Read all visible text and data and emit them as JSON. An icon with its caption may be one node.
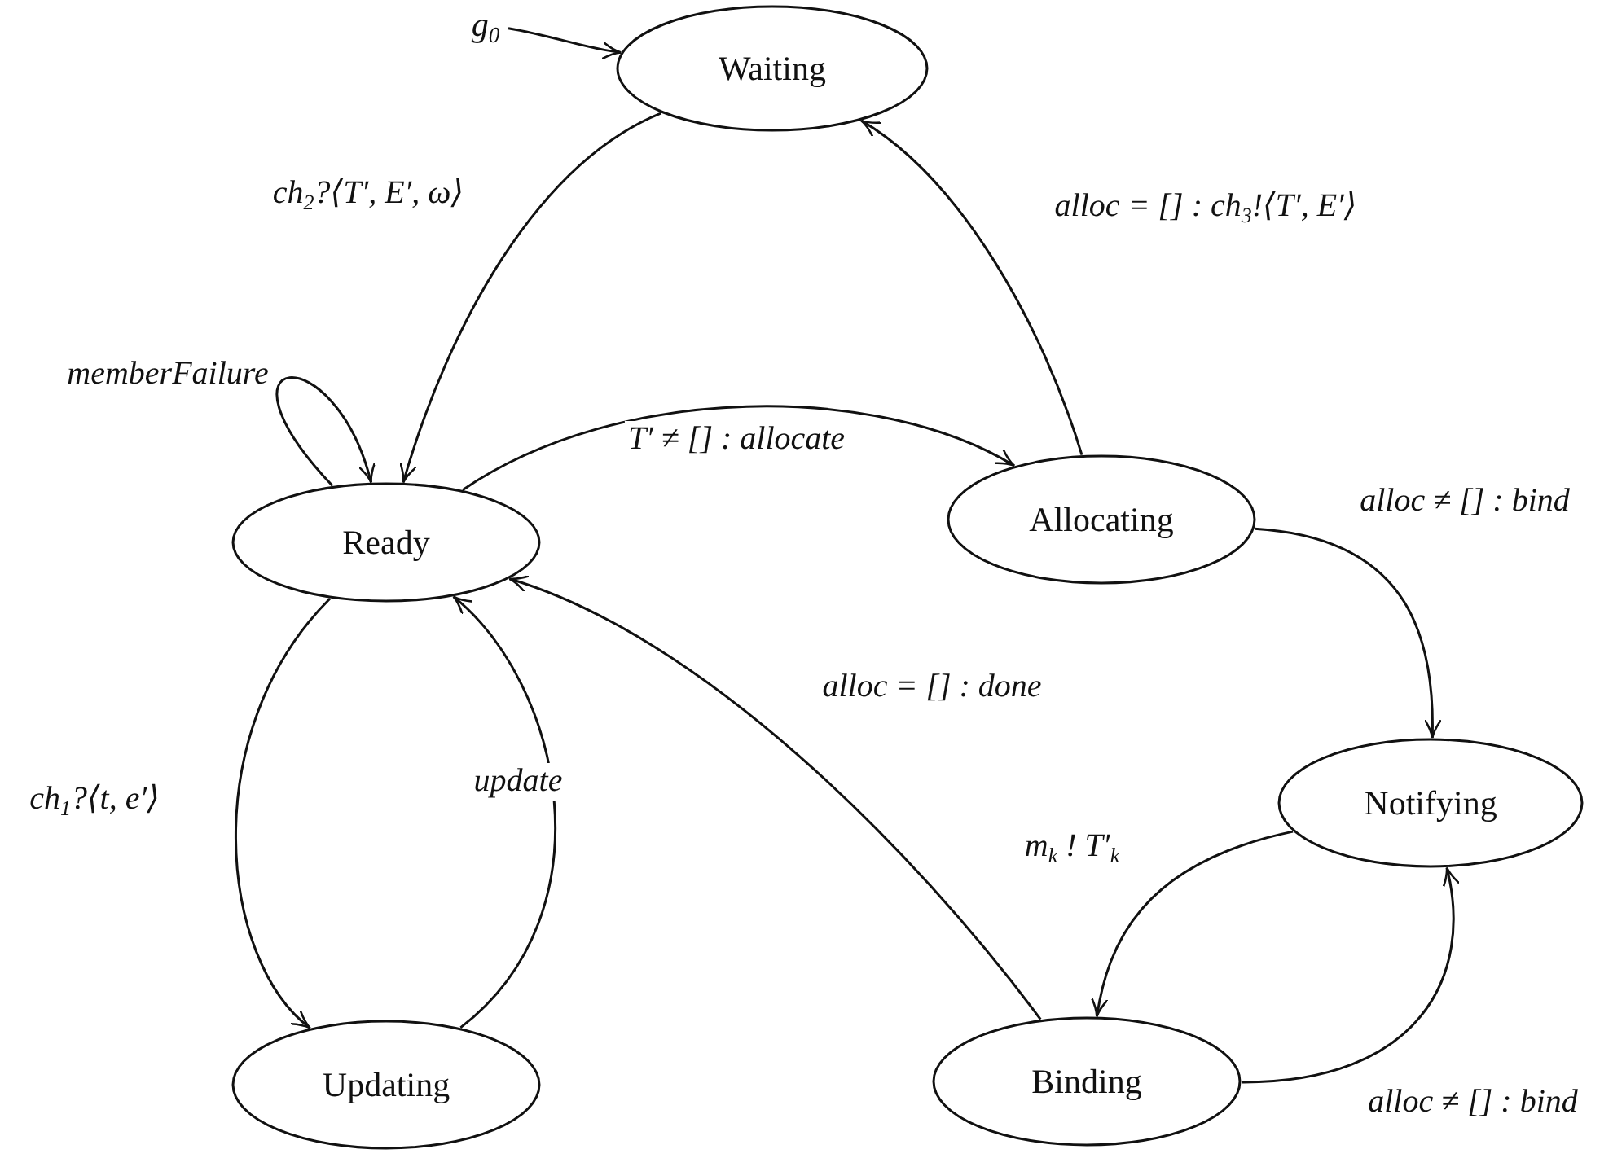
{
  "diagram": {
    "nodes": [
      {
        "text": [
          "g$_{0}$"
        ]
      },
      {
        "text": [
          "Waiting"
        ]
      },
      {
        "text": [
          "Ready"
        ]
      },
      {
        "text": [
          "Allocating"
        ]
      },
      {
        "text": [
          "Notifying"
        ]
      },
      {
        "text": [
          "Updating"
        ]
      },
      {
        "text": [
          "Binding"
        ]
      }
    ],
    "edges": [
      {
        "from": 0,
        "to": 1,
        "arrow": "to"
      },
      {
        "from": 1,
        "to": 2,
        "arrow": "to",
        "label": "ch$_{2}$?⟨T′, E′, ω⟩"
      },
      {
        "from": 2,
        "to": 2,
        "arrow": "to",
        "label": "memberFailure"
      },
      {
        "from": 2,
        "to": 3,
        "arrow": "to",
        "label": "T′  ≠ [] : allocate"
      },
      {
        "from": 3,
        "to": 1,
        "arrow": "to",
        "label": "alloc = [] : ch$_{3}$!⟨T′, E′⟩"
      },
      {
        "from": 3,
        "to": 4,
        "arrow": "to",
        "label": "alloc ≠ [] : bind"
      },
      {
        "from": 2,
        "to": 5,
        "arrow": "to",
        "label": "ch$_{1}$?⟨t, e′⟩"
      },
      {
        "from": 5,
        "to": 2,
        "arrow": "to",
        "label": "update"
      },
      {
        "from": 6,
        "to": 2,
        "arrow": "to",
        "label": "alloc = [] : done"
      },
      {
        "from": 4,
        "to": 6,
        "arrow": "to",
        "label": "m$_{k}$ ! T′$_{k}$"
      },
      {
        "from": 6,
        "to": 4,
        "arrow": "to",
        "label": "alloc ≠ [] : bind"
      }
    ]
  }
}
